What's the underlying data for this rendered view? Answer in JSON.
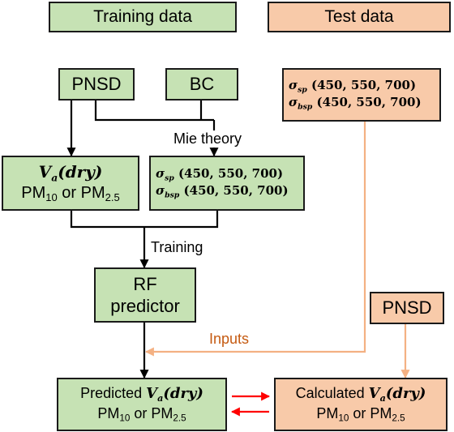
{
  "headers": {
    "training": "Training data",
    "test": "Test data"
  },
  "boxes": {
    "pnsd_train": "PNSD",
    "bc": "BC",
    "pm_line_prefix": "PM",
    "pm_sub_10": "10",
    "pm_or": " or PM",
    "pm_sub_25": "2.5",
    "rf_line1": "RF",
    "rf_line2": "predictor",
    "predicted_prefix": "Predicted ",
    "calculated_prefix": "Calculated ",
    "pnsd_test": "PNSD"
  },
  "math": {
    "V": "V",
    "a": "a",
    "dry": "(dry)",
    "sigma": "σ",
    "sp": "sp",
    "bsp": "bsp",
    "wavelengths": " (450, 550, 700)"
  },
  "labels": {
    "mie": "Mie  theory",
    "training": "Training",
    "inputs": "Inputs"
  },
  "colors": {
    "green_box": "#c6e2b4",
    "peach_box": "#f8caa9",
    "border": "#1a1a1a",
    "test_arrow": "#f4b183",
    "inputs_text": "#c55a11",
    "compare_arrow": "#ff0000"
  }
}
